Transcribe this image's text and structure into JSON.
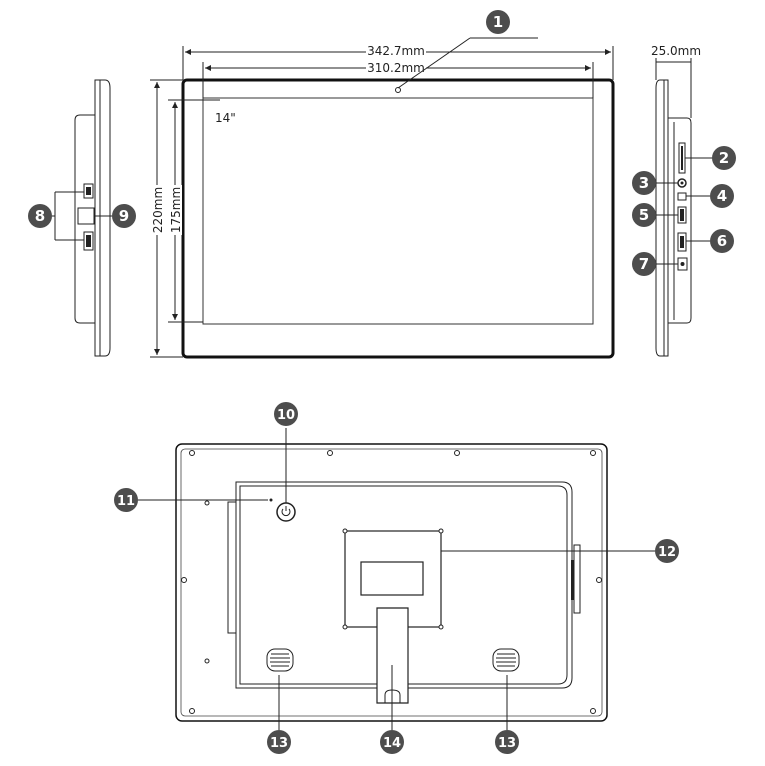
{
  "dimensions": {
    "overall_width": "342.7mm",
    "screen_width": "310.2mm",
    "depth": "25.0mm",
    "overall_height": "220mm",
    "screen_height": "175mm",
    "diagonal": "14\""
  },
  "callouts": [
    "1",
    "2",
    "3",
    "4",
    "5",
    "6",
    "7",
    "8",
    "9",
    "10",
    "11",
    "12",
    "13",
    "14",
    "13"
  ],
  "colors": {
    "line": "#222222",
    "callout_fill": "#4d4d4d",
    "callout_text": "#ffffff"
  }
}
